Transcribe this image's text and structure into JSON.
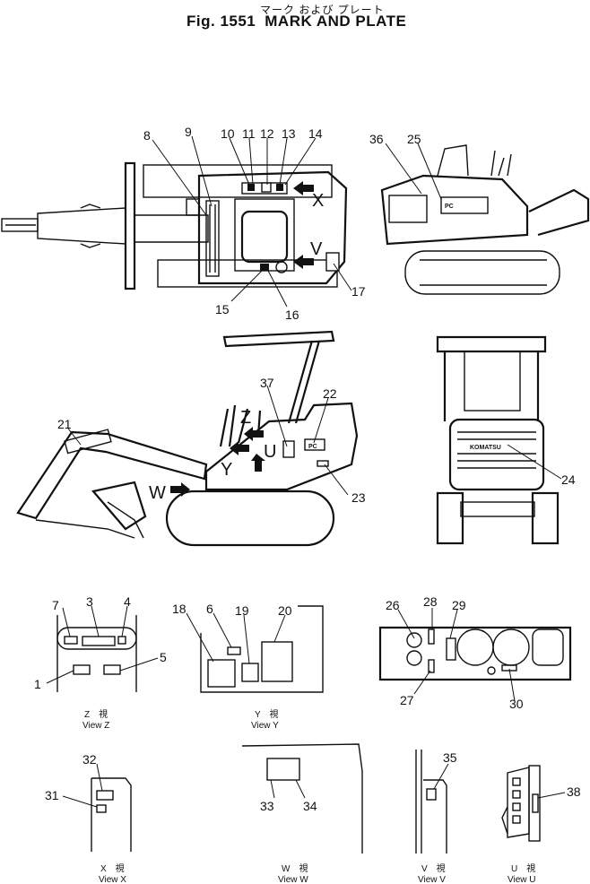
{
  "title": {
    "japanese": "マーク および プレート",
    "fig": "Fig. 1551",
    "name": "MARK AND PLATE"
  },
  "view_letters": {
    "x": "X",
    "v": "V",
    "z": "Z",
    "u": "U",
    "y": "Y",
    "w": "W"
  },
  "brand": {
    "text": "KOMATSU"
  },
  "callouts": {
    "c1": "1",
    "c3": "3",
    "c4": "4",
    "c5": "5",
    "c6": "6",
    "c7": "7",
    "c8": "8",
    "c9": "9",
    "c10": "10",
    "c11": "11",
    "c12": "12",
    "c13": "13",
    "c14": "14",
    "c15": "15",
    "c16": "16",
    "c17": "17",
    "c18": "18",
    "c19": "19",
    "c20": "20",
    "c21": "21",
    "c22": "22",
    "c23": "23",
    "c24": "24",
    "c25": "25",
    "c26": "26",
    "c27": "27",
    "c28": "28",
    "c29": "29",
    "c30": "30",
    "c31": "31",
    "c32": "32",
    "c33": "33",
    "c34": "34",
    "c35": "35",
    "c36": "36",
    "c37": "37",
    "c38": "38"
  },
  "captions": {
    "z_jp": "Z　視",
    "z_en": "View Z",
    "y_jp": "Y　視",
    "y_en": "View Y",
    "x_jp": "X　視",
    "x_en": "View X",
    "w_jp": "W　視",
    "w_en": "View W",
    "v_jp": "V　視",
    "v_en": "View V",
    "u_jp": "U　視",
    "u_en": "View U"
  }
}
